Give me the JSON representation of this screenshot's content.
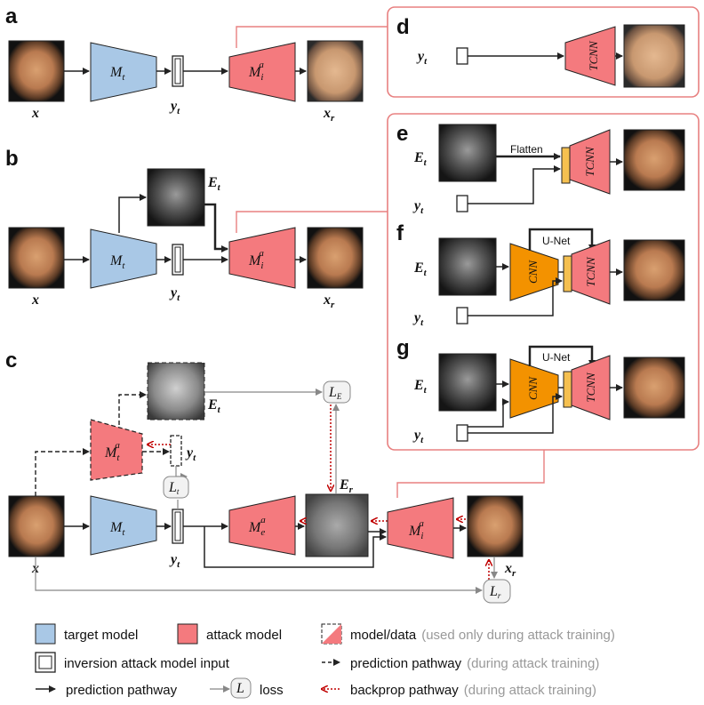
{
  "panels": {
    "a": "a",
    "b": "b",
    "c": "c",
    "d": "d",
    "e": "e",
    "f": "f",
    "g": "g"
  },
  "symbols": {
    "x": "x",
    "Mt": "M",
    "Mt_sub": "t",
    "Mi": "M",
    "Mi_sub": "i",
    "Mi_sup": "a",
    "Mta": "M",
    "Mta_sub": "t",
    "Mta_sup": "a",
    "Me": "M",
    "Me_sub": "e",
    "Me_sup": "a",
    "yt": "y",
    "yt_sub": "t",
    "xr": "x",
    "xr_sub": "r",
    "Et": "E",
    "Et_sub": "t",
    "Er": "E",
    "Er_sub": "r",
    "LE": "L",
    "LE_sub": "E",
    "Lt": "L",
    "Lt_sub": "t",
    "Lr": "L",
    "Lr_sub": "r",
    "tcnn": "TCNN",
    "cnn": "CNN"
  },
  "texts": {
    "flatten": "Flatten",
    "unet": "U-Net"
  },
  "legend": {
    "target_model": "target model",
    "attack_model": "attack model",
    "model_data": "model/data",
    "model_data_note": "(used only during attack training)",
    "inversion_input": "inversion  attack model input",
    "pred_pathway_dashed": "prediction pathway",
    "pred_pathway_dashed_note": "(during attack training)",
    "pred_pathway": "prediction  pathway",
    "loss_symbol": "L",
    "loss": "loss",
    "backprop": "backprop pathway",
    "backprop_note": "(during attack training)"
  },
  "colors": {
    "target_blue": "#a9c8e6",
    "attack_red": "#f47a7e",
    "cnn_orange": "#f39200",
    "flatten_yellow": "#f5c050",
    "panel_border": "#e88080",
    "backprop_red": "#c00000"
  }
}
